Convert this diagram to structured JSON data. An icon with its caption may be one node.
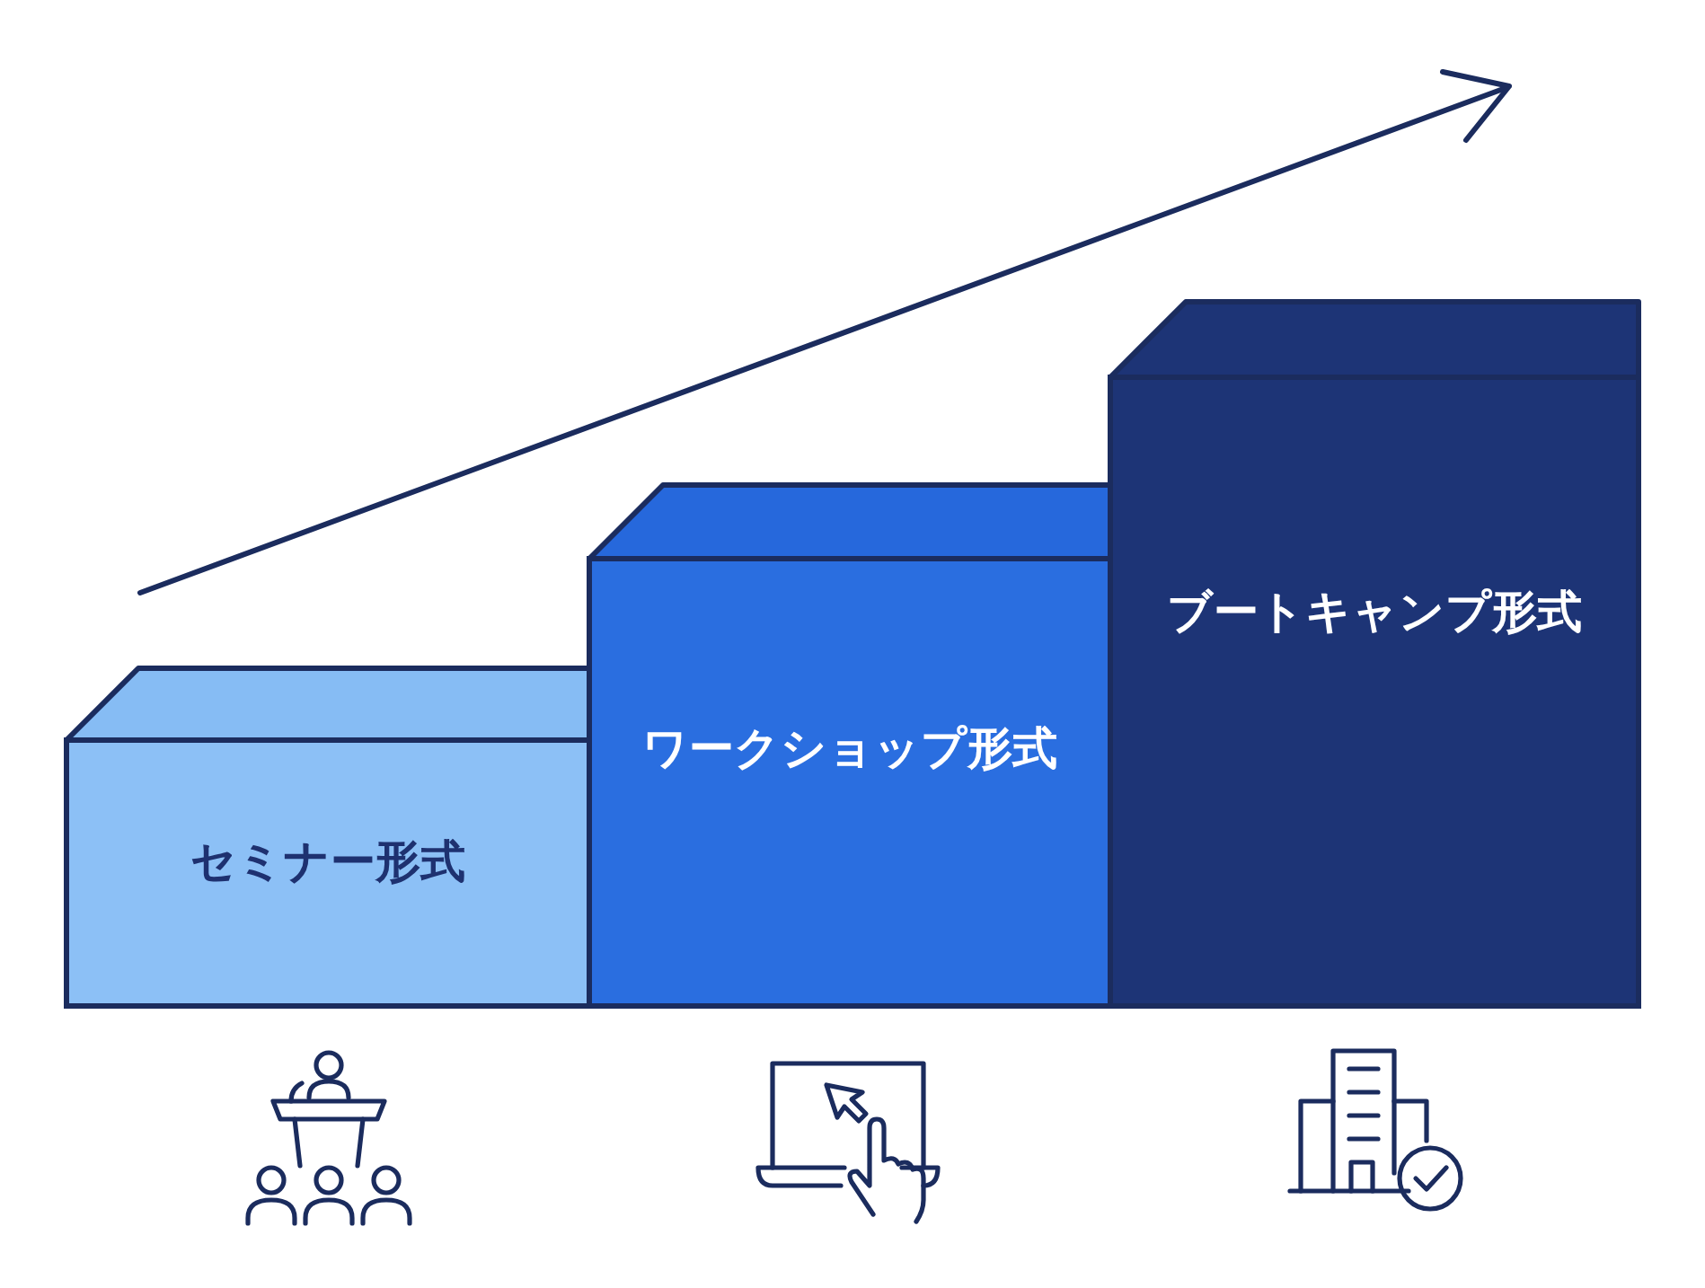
{
  "diagram": {
    "nodes": [
      {
        "text": [
          "セミナー形式"
        ]
      },
      {
        "text": [
          "ワークショップ形式"
        ]
      },
      {
        "text": [
          "ブートキャンプ形式"
        ]
      }
    ]
  }
}
